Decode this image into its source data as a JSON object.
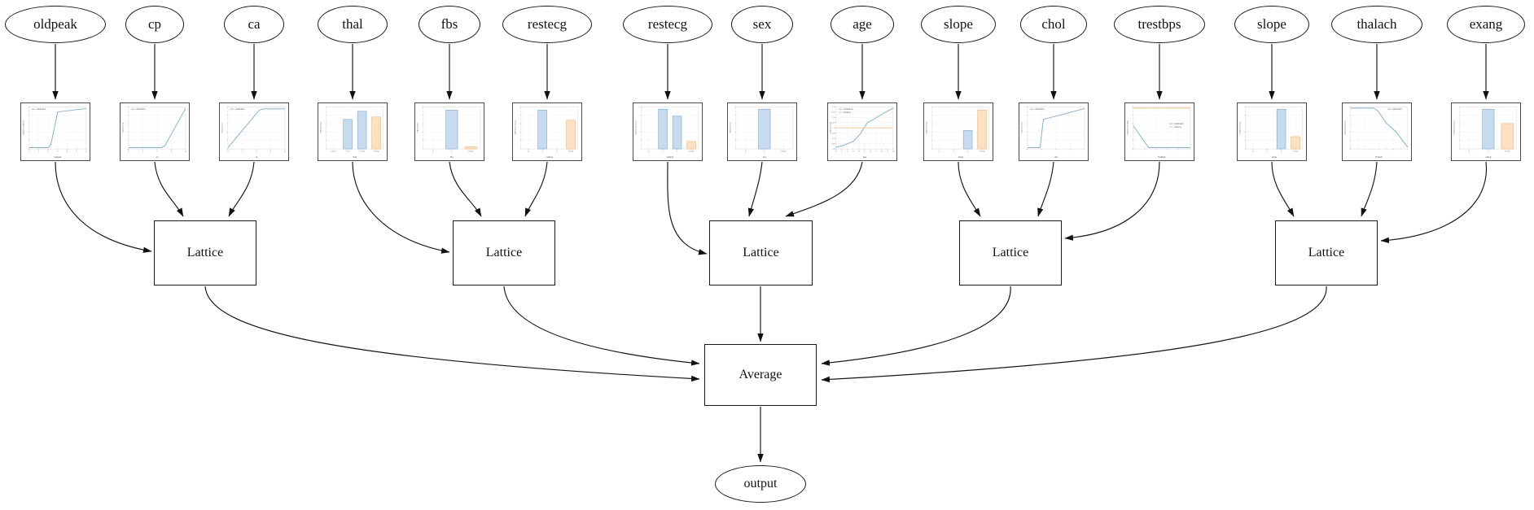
{
  "diagram": {
    "features": [
      {
        "name": "oldpeak",
        "chart": {
          "type": "line",
          "legend": [
            "calibrated"
          ],
          "legend_pos": "tl",
          "ylabel": "calibrated oldpeak",
          "xlabel": "oldpeak",
          "x_ticks": [
            "0",
            "1",
            "2",
            "3",
            "4",
            "5",
            "6"
          ],
          "series": [
            {
              "name": "calibrated",
              "color": "blue",
              "points": [
                [
                  0,
                  0.03
                ],
                [
                  0.33,
                  0.03
                ],
                [
                  0.38,
                  0.1
                ],
                [
                  0.5,
                  0.88
                ],
                [
                  1,
                  0.96
                ]
              ]
            }
          ]
        }
      },
      {
        "name": "cp",
        "chart": {
          "type": "line",
          "legend": [
            "calibrated"
          ],
          "legend_pos": "tl",
          "ylabel": "calibrated cp",
          "xlabel": "cp",
          "x_ticks": [
            "0",
            "1",
            "2",
            "3",
            "4"
          ],
          "series": [
            {
              "name": "calibrated",
              "color": "blue",
              "points": [
                [
                  0,
                  0.03
                ],
                [
                  0.58,
                  0.03
                ],
                [
                  0.64,
                  0.08
                ],
                [
                  1,
                  0.96
                ]
              ]
            }
          ]
        }
      },
      {
        "name": "ca",
        "chart": {
          "type": "line",
          "legend": [
            "calibrated"
          ],
          "legend_pos": "tl",
          "ylabel": "calibrated ca",
          "xlabel": "ca",
          "x_ticks": [
            "0",
            "1",
            "2",
            "3",
            "4"
          ],
          "series": [
            {
              "name": "calibrated",
              "color": "blue",
              "points": [
                [
                  0,
                  0.03
                ],
                [
                  0.55,
                  0.92
                ],
                [
                  0.62,
                  0.95
                ],
                [
                  1,
                  0.95
                ]
              ]
            }
          ]
        }
      },
      {
        "name": "thal",
        "chart": {
          "type": "bar",
          "ylabel": "calibrated thal",
          "xlabel": "thal",
          "categories": [
            "normal",
            "fixed",
            "reversible",
            "missing"
          ],
          "values": [
            0,
            0.72,
            0.92,
            0.78
          ]
        }
      },
      {
        "name": "fbs",
        "chart": {
          "type": "bar",
          "ylabel": "calibrated fbs",
          "xlabel": "fbs",
          "categories": [
            "0",
            "1",
            "missing"
          ],
          "values": [
            0,
            0.95,
            0.05
          ]
        }
      },
      {
        "name": "restecg",
        "chart": {
          "type": "bar",
          "ylabel": "calibrated restecg",
          "xlabel": "restecg",
          "categories": [
            "0",
            "1",
            "2",
            "missing"
          ],
          "values": [
            0,
            0.95,
            0,
            0.7
          ]
        }
      },
      {
        "name": "restecg",
        "chart": {
          "type": "bar",
          "ylabel": "calibrated restecg",
          "xlabel": "restecg",
          "categories": [
            "0",
            "1",
            "2",
            "missing"
          ],
          "values": [
            0,
            0.97,
            0.8,
            0.18
          ]
        }
      },
      {
        "name": "sex",
        "chart": {
          "type": "bar",
          "ylabel": "calibrated sex",
          "xlabel": "sex",
          "categories": [
            "0",
            "1",
            "missing"
          ],
          "values": [
            0,
            0.97,
            0
          ]
        }
      },
      {
        "name": "age",
        "chart": {
          "type": "line",
          "legend": [
            "calibrated",
            "missing"
          ],
          "legend_pos": "tl",
          "ylabel": "calibrated age",
          "xlabel": "age",
          "x_ticks": [
            "0",
            "1",
            "2",
            "3",
            "4",
            "5",
            "6",
            "7",
            "8",
            "9",
            "10"
          ],
          "y_ticks": [
            "2.0",
            "1.75",
            "1.5",
            "1.25",
            "1.0",
            "0.75",
            "0.5",
            "0.25",
            "0.0"
          ],
          "series": [
            {
              "name": "calibrated",
              "color": "blue",
              "points": [
                [
                  0,
                  0.04
                ],
                [
                  0.1,
                  0.07
                ],
                [
                  0.3,
                  0.18
                ],
                [
                  0.42,
                  0.35
                ],
                [
                  0.55,
                  0.63
                ],
                [
                  0.62,
                  0.67
                ],
                [
                  0.8,
                  0.82
                ],
                [
                  1,
                  0.97
                ]
              ]
            },
            {
              "name": "missing",
              "color": "orange",
              "points": [
                [
                  0,
                  0.5
                ],
                [
                  1,
                  0.5
                ]
              ]
            }
          ]
        }
      },
      {
        "name": "slope",
        "chart": {
          "type": "bar",
          "ylabel": "calibrated slope",
          "xlabel": "slope",
          "categories": [
            "0",
            "1",
            "2",
            "missing"
          ],
          "values": [
            0,
            0,
            0.45,
            0.95
          ]
        }
      },
      {
        "name": "chol",
        "chart": {
          "type": "line",
          "legend": [
            "calibrated"
          ],
          "legend_pos": "tl",
          "ylabel": "calibrated chol",
          "xlabel": "chol",
          "x_tick_count": 5,
          "series": [
            {
              "name": "calibrated",
              "color": "blue",
              "points": [
                [
                  0,
                  0.03
                ],
                [
                  0.22,
                  0.03
                ],
                [
                  0.28,
                  0.7
                ],
                [
                  0.9,
                  0.92
                ],
                [
                  1,
                  0.96
                ]
              ]
            }
          ]
        }
      },
      {
        "name": "trestbps",
        "chart": {
          "type": "line",
          "legend": [
            "calibrated",
            "missing"
          ],
          "legend_pos": "cr",
          "ylabel": "calibrated trestbps",
          "xlabel": "trestbps",
          "x_tick_count": 6,
          "series": [
            {
              "name": "calibrated",
              "color": "blue",
              "points": [
                [
                  0,
                  0.55
                ],
                [
                  0.27,
                  0.03
                ],
                [
                  1,
                  0.03
                ]
              ]
            },
            {
              "name": "missing",
              "color": "orange",
              "points": [
                [
                  0,
                  0.97
                ],
                [
                  1,
                  0.97
                ]
              ]
            }
          ]
        }
      },
      {
        "name": "slope",
        "chart": {
          "type": "bar",
          "ylabel": "calibrated slope",
          "xlabel": "slope",
          "categories": [
            "0",
            "1",
            "2",
            "missing"
          ],
          "values": [
            0,
            0,
            0.97,
            0.3
          ]
        }
      },
      {
        "name": "thalach",
        "chart": {
          "type": "line",
          "legend": [
            "calibrated"
          ],
          "legend_pos": "tr",
          "ylabel": "calibrated thalach",
          "xlabel": "thalach",
          "x_tick_count": 9,
          "series": [
            {
              "name": "calibrated",
              "color": "blue",
              "points": [
                [
                  0,
                  0.97
                ],
                [
                  0.4,
                  0.97
                ],
                [
                  0.48,
                  0.9
                ],
                [
                  0.62,
                  0.62
                ],
                [
                  0.8,
                  0.4
                ],
                [
                  1,
                  0.04
                ]
              ]
            }
          ]
        }
      },
      {
        "name": "exang",
        "chart": {
          "type": "bar",
          "ylabel": "calibrated exang",
          "xlabel": "exang",
          "categories": [
            "0",
            "1",
            "missing"
          ],
          "values": [
            0,
            0.97,
            0.62
          ]
        }
      }
    ],
    "lattices": [
      {
        "label": "Lattice",
        "inputs": [
          "oldpeak",
          "cp",
          "ca"
        ]
      },
      {
        "label": "Lattice",
        "inputs": [
          "thal",
          "fbs",
          "restecg"
        ]
      },
      {
        "label": "Lattice",
        "inputs": [
          "restecg",
          "sex",
          "age"
        ]
      },
      {
        "label": "Lattice",
        "inputs": [
          "slope",
          "chol",
          "trestbps"
        ]
      },
      {
        "label": "Lattice",
        "inputs": [
          "slope",
          "thalach",
          "exang"
        ]
      }
    ],
    "combiner": {
      "label": "Average"
    },
    "output": {
      "label": "output"
    },
    "colors": {
      "line_blue": "#7cb1da",
      "line_orange": "#f9be87",
      "bar_blue_fill": "#c6dbed",
      "bar_blue_edge": "#82b2d7",
      "bar_orange_fill": "#fde0c0",
      "bar_orange_edge": "#f8b878",
      "edge_black": "#141414"
    }
  }
}
